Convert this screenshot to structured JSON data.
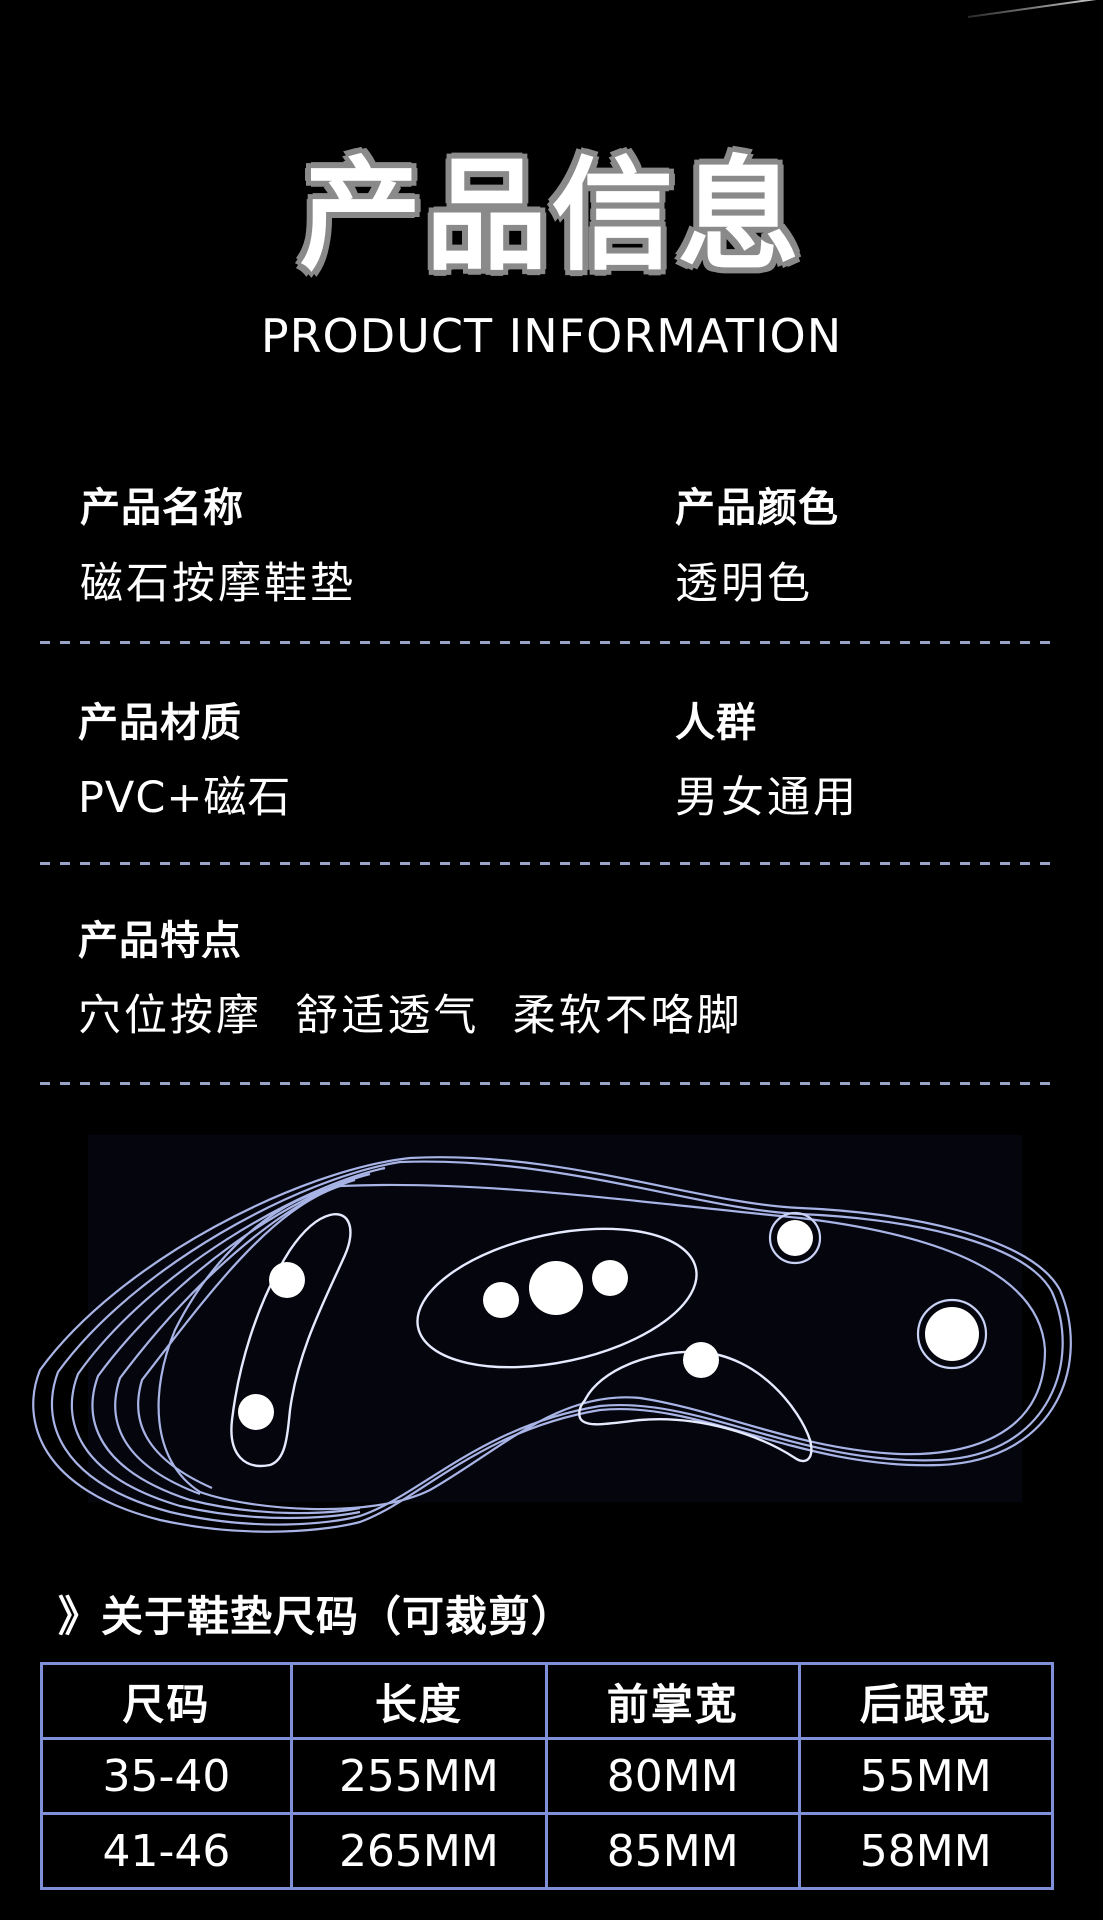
{
  "header": {
    "title": "产品信息",
    "subtitle": "PRODUCT INFORMATION"
  },
  "info": {
    "name_label": "产品名称",
    "name_value": "磁石按摩鞋垫",
    "color_label": "产品颜色",
    "color_value": "透明色",
    "material_label": "产品材质",
    "material_value": "PVC+磁石",
    "audience_label": "人群",
    "audience_value": "男女通用",
    "features_label": "产品特点",
    "features_value": "穴位按摩  舒适透气  柔软不咯脚"
  },
  "diagram": {
    "name": "insole-acupoint-diagram",
    "line_color": "#a9b4e6",
    "dot_color": "#ffffff",
    "background": "#04050d"
  },
  "size_section": {
    "heading": "》关于鞋垫尺码（可裁剪）",
    "columns": [
      "尺码",
      "长度",
      "前掌宽",
      "后跟宽"
    ],
    "rows": [
      [
        "35-40",
        "255MM",
        "80MM",
        "55MM"
      ],
      [
        "41-46",
        "265MM",
        "85MM",
        "58MM"
      ]
    ],
    "border_color": "#7f8fd8"
  },
  "colors": {
    "background": "#000000",
    "text": "#ffffff",
    "title_outline": "#8a8a8a",
    "divider": "#9aa4c8"
  }
}
